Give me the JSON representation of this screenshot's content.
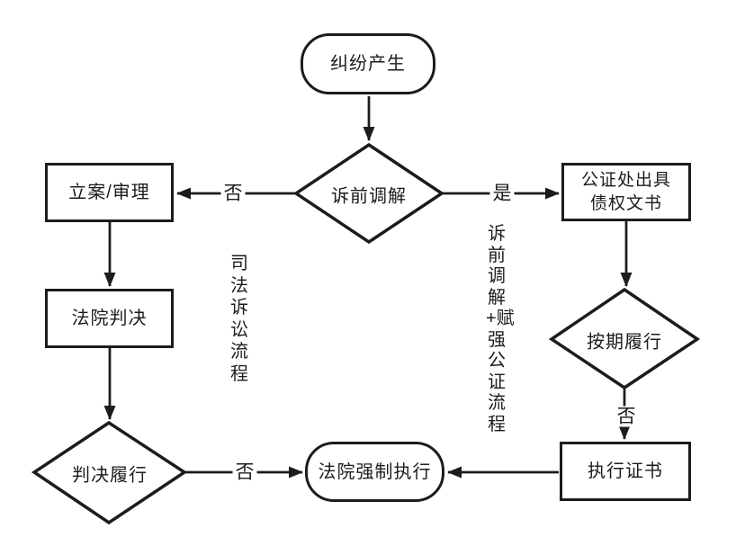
{
  "page": {
    "background_color": "#ffffff",
    "line_color": "#1c1c1c"
  },
  "flowchart": {
    "nodes": {
      "dispute": {
        "label": "纠纷产生",
        "shape": "terminal"
      },
      "mediation": {
        "label": "诉前调解",
        "shape": "decision"
      },
      "filing": {
        "label": "立案/审理",
        "shape": "process"
      },
      "court_judgment": {
        "label": "法院判决",
        "shape": "process"
      },
      "judgment_performed": {
        "label": "判决履行",
        "shape": "decision"
      },
      "enforcement": {
        "label": "法院强制执行",
        "shape": "terminal"
      },
      "notary_document": {
        "label_line1": "公证处出具",
        "label_line2": "债权文书",
        "shape": "process"
      },
      "on_schedule": {
        "label": "按期履行",
        "shape": "decision"
      },
      "enforcement_certificate": {
        "label": "执行证书",
        "shape": "process"
      }
    },
    "edge_labels": {
      "mediation_to_filing": "否",
      "mediation_to_notary": "是",
      "judgment_to_enforcement": "否",
      "on_schedule_to_certificate": "否"
    },
    "captions": {
      "left_process": "司法诉讼流程",
      "right_process": "诉前调解+赋强公证流程"
    }
  }
}
